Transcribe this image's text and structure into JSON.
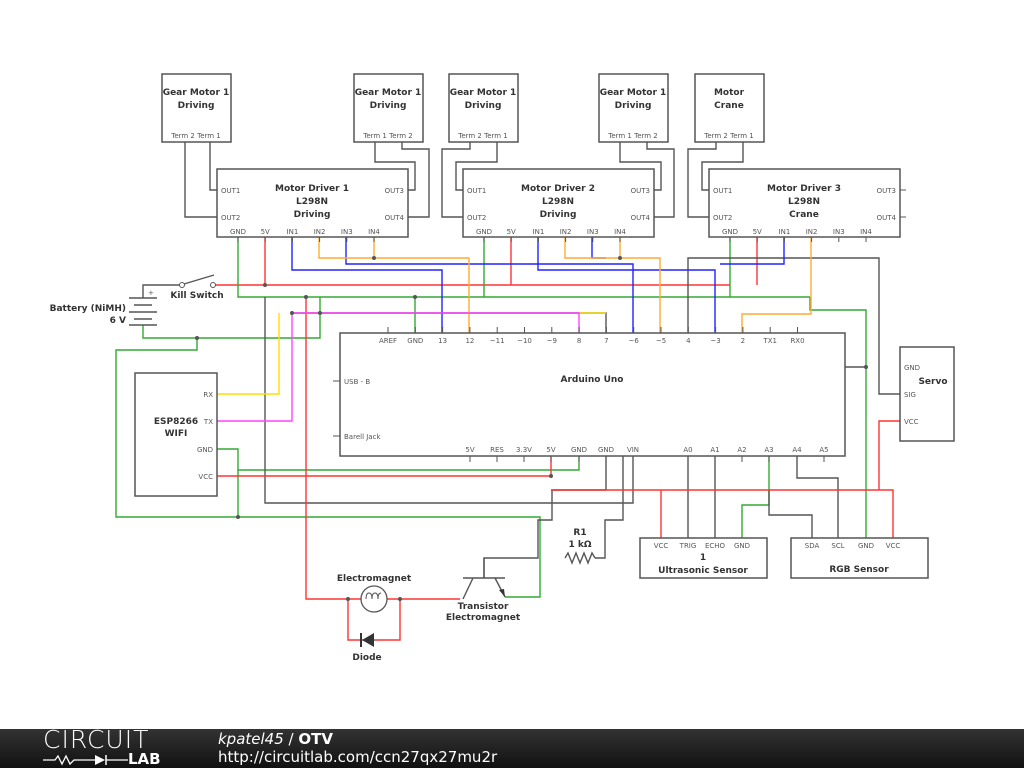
{
  "motors": [
    {
      "line1": "Gear Motor 1",
      "line2": "Driving",
      "terms": "Term 2 Term 1"
    },
    {
      "line1": "Gear Motor 1",
      "line2": "Driving",
      "terms": "Term 1 Term 2"
    },
    {
      "line1": "Gear Motor 1",
      "line2": "Driving",
      "terms": "Term 2 Term 1"
    },
    {
      "line1": "Gear Motor 1",
      "line2": "Driving",
      "terms": "Term 1 Term 2"
    },
    {
      "line1": "Motor",
      "line2": "Crane",
      "terms": "Term 2 Term 1"
    }
  ],
  "drivers": [
    {
      "name": "Motor Driver 1",
      "model": "L298N",
      "role": "Driving"
    },
    {
      "name": "Motor Driver 2",
      "model": "L298N",
      "role": "Driving"
    },
    {
      "name": "Motor Driver 3",
      "model": "L298N",
      "role": "Crane"
    }
  ],
  "driver_pins": {
    "out1": "OUT1",
    "out2": "OUT2",
    "out3": "OUT3",
    "out4": "OUT4",
    "bottom": [
      "GND",
      "5V",
      "IN1",
      "IN2",
      "IN3",
      "IN4"
    ]
  },
  "arduino": {
    "title": "Arduino Uno",
    "top_pins": [
      "AREF",
      "GND",
      "13",
      "12",
      "~11",
      "~10",
      "~9",
      "8",
      "7",
      "~6",
      "~5",
      "4",
      "~3",
      "2",
      "TX1",
      "RX0"
    ],
    "bottom_pins": [
      "5V",
      "RES",
      "3.3V",
      "5V",
      "GND",
      "GND",
      "VIN",
      "A0",
      "A1",
      "A2",
      "A3",
      "A4",
      "A5"
    ],
    "left_pins": [
      "USB - B",
      "Barell Jack"
    ]
  },
  "esp": {
    "line1": "ESP8266",
    "line2": "WIFI",
    "pins": [
      "RX",
      "TX",
      "GND",
      "VCC"
    ]
  },
  "servo": {
    "title": "Servo",
    "pins": [
      "GND",
      "SIG",
      "VCC"
    ]
  },
  "ultrasonic": {
    "id": "1",
    "title": "Ultrasonic Sensor",
    "pins": [
      "VCC",
      "TRIG",
      "ECHO",
      "GND"
    ]
  },
  "rgb": {
    "title": "RGB Sensor",
    "pins": [
      "SDA",
      "SCL",
      "GND",
      "VCC"
    ]
  },
  "battery": {
    "name": "Battery (NiMH)",
    "value": "6 V",
    "plus": "+"
  },
  "switch": {
    "name": "Kill Switch"
  },
  "electromagnet": {
    "name": "Electromagnet"
  },
  "diode": {
    "name": "Diode"
  },
  "transistor": {
    "line1": "Transistor",
    "line2": "Electromagnet"
  },
  "resistor": {
    "name": "R1",
    "value": "1 kΩ"
  },
  "footer": {
    "logo_top": "CIRCUIT",
    "logo_bottom": "LAB",
    "user": "kpatel45",
    "separator": " / ",
    "project": "OTV",
    "url": "http://circuitlab.com/ccn27qx27mu2r"
  },
  "colors": {
    "wire_red": "#ff3333",
    "wire_green": "#33aa33",
    "wire_blue": "#2222ff",
    "wire_orange": "#ffaa33",
    "wire_gray": "#555555",
    "wire_yellow": "#ffdd00",
    "wire_magenta": "#ff44ff"
  }
}
